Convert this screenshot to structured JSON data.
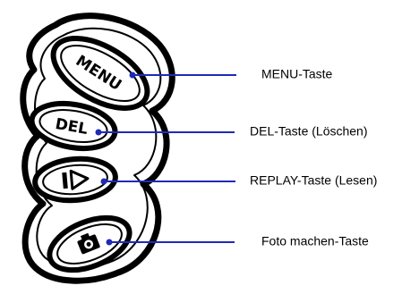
{
  "buttons": [
    {
      "id": "menu",
      "face_text": "MENU",
      "label": "MENU-Taste"
    },
    {
      "id": "del",
      "face_text": "DEL",
      "label": "DEL-Taste (Löschen)"
    },
    {
      "id": "replay",
      "face_text": "",
      "icon": "play-icon",
      "label": "REPLAY-Taste (Lesen)"
    },
    {
      "id": "photo",
      "face_text": "",
      "icon": "camera-icon",
      "label": "Foto machen-Taste"
    }
  ],
  "colors": {
    "callout_line": "#1f2ab8",
    "outline": "#000000",
    "text": "#000000",
    "background": "#ffffff"
  }
}
